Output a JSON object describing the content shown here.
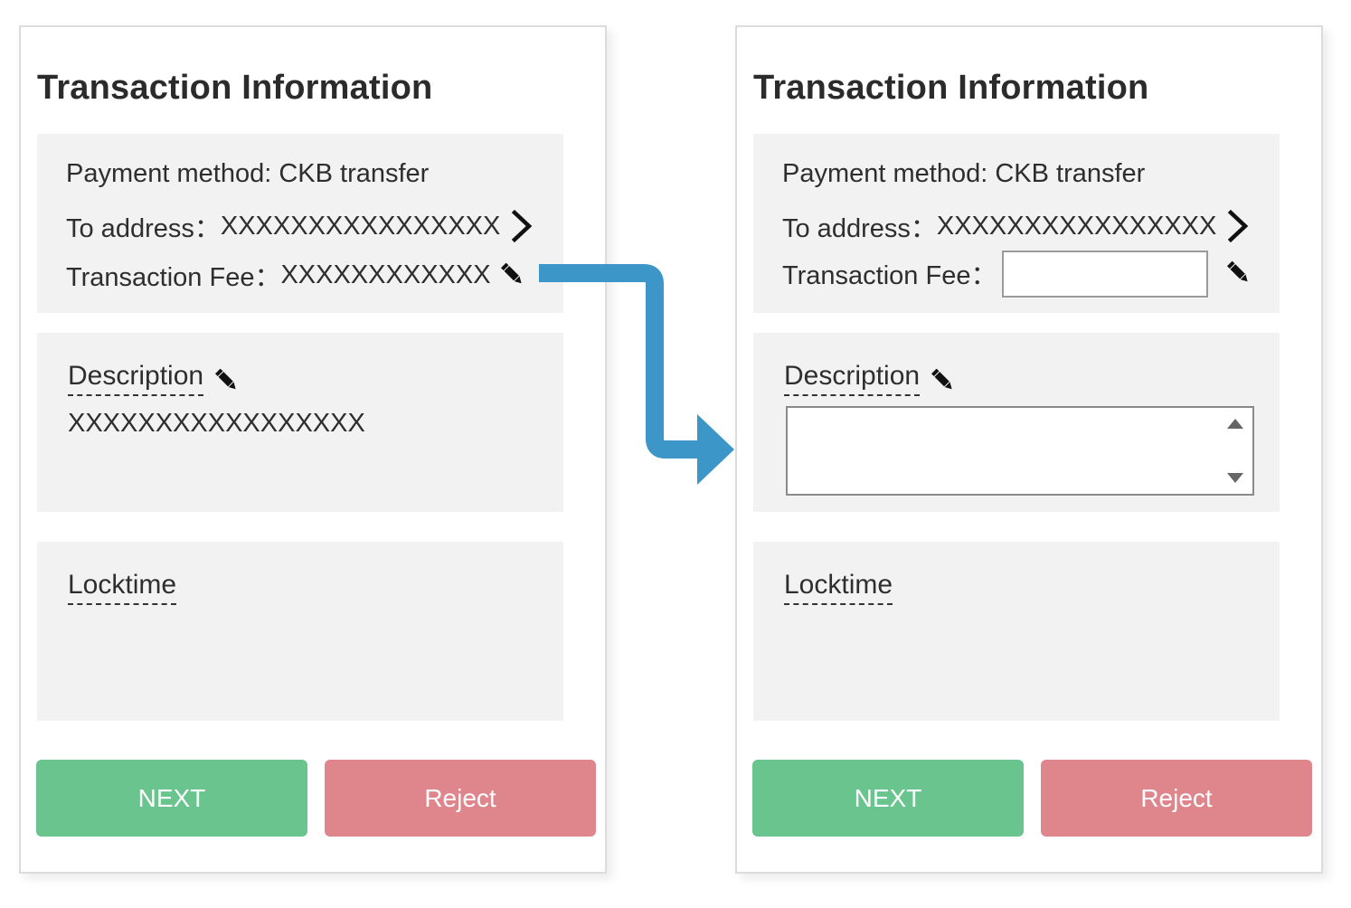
{
  "colors": {
    "next_button": "#6ac48e",
    "reject_button": "#de868c",
    "card_background": "#f2f2f2",
    "connector_arrow": "#3d96c8"
  },
  "left_panel": {
    "title": "Transaction Information",
    "payment_method": "Payment method: CKB transfer",
    "to_address_label": "To address：",
    "to_address_value": "XXXXXXXXXXXXXXXX",
    "fee_label": "Transaction Fee：",
    "fee_value": "XXXXXXXXXXXX",
    "description_label": "Description",
    "description_value": "XXXXXXXXXXXXXXXXX",
    "locktime_label": "Locktime",
    "next_label": "NEXT",
    "reject_label": "Reject"
  },
  "right_panel": {
    "title": "Transaction Information",
    "payment_method": "Payment method: CKB transfer",
    "to_address_label": "To address：",
    "to_address_value": "XXXXXXXXXXXXXXXX",
    "fee_label": "Transaction Fee：",
    "fee_input_value": "",
    "description_label": "Description",
    "description_input_value": "",
    "locktime_label": "Locktime",
    "next_label": "NEXT",
    "reject_label": "Reject"
  },
  "icons": {
    "address_chevron": "chevron-right-icon",
    "edit": "pencil-icon",
    "connector": "arrow-right-icon"
  }
}
